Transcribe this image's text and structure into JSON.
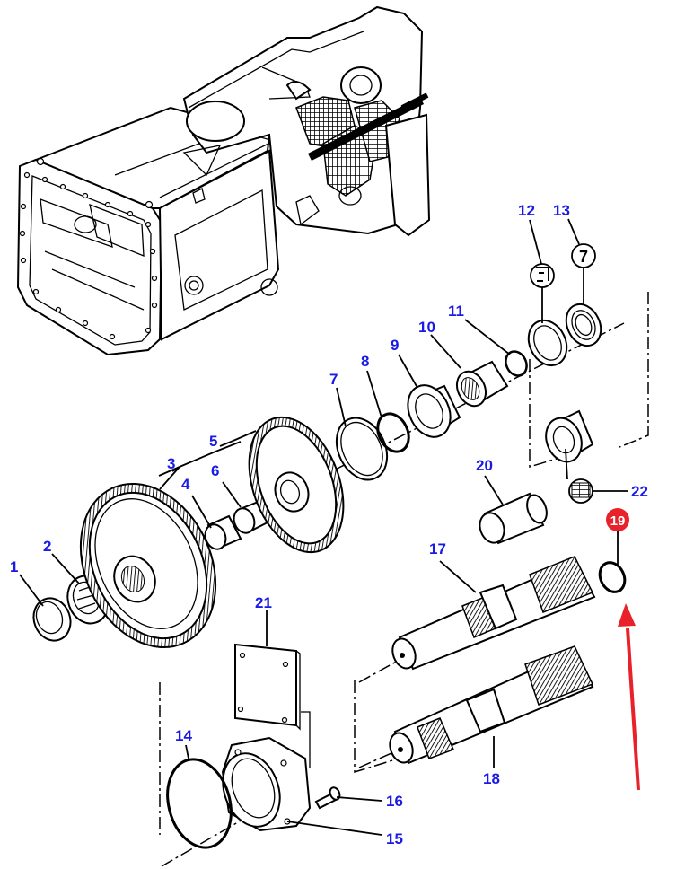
{
  "diagram": {
    "title": "Transmission housing exploded parts view",
    "label_color": "#1a1ae6",
    "highlight_color": "#e8212a",
    "highlighted_part": "19",
    "callouts": [
      {
        "id": "1",
        "label": "1"
      },
      {
        "id": "2",
        "label": "2"
      },
      {
        "id": "3",
        "label": "3"
      },
      {
        "id": "4",
        "label": "4"
      },
      {
        "id": "5",
        "label": "5"
      },
      {
        "id": "6",
        "label": "6"
      },
      {
        "id": "7",
        "label": "7"
      },
      {
        "id": "8",
        "label": "8"
      },
      {
        "id": "9",
        "label": "9"
      },
      {
        "id": "10",
        "label": "10"
      },
      {
        "id": "11",
        "label": "11"
      },
      {
        "id": "12",
        "label": "12"
      },
      {
        "id": "13",
        "label": "13"
      },
      {
        "id": "14",
        "label": "14"
      },
      {
        "id": "15",
        "label": "15"
      },
      {
        "id": "16",
        "label": "16"
      },
      {
        "id": "17",
        "label": "17"
      },
      {
        "id": "18",
        "label": "18"
      },
      {
        "id": "19",
        "label": "19"
      },
      {
        "id": "20",
        "label": "20"
      },
      {
        "id": "21",
        "label": "21"
      },
      {
        "id": "22",
        "label": "22"
      }
    ],
    "symbols": {
      "part_12": "kit-symbol-icon",
      "part_13": "number-7-symbol",
      "part_13_glyph": "7",
      "part_22": "hatched-kit-symbol-icon"
    }
  }
}
